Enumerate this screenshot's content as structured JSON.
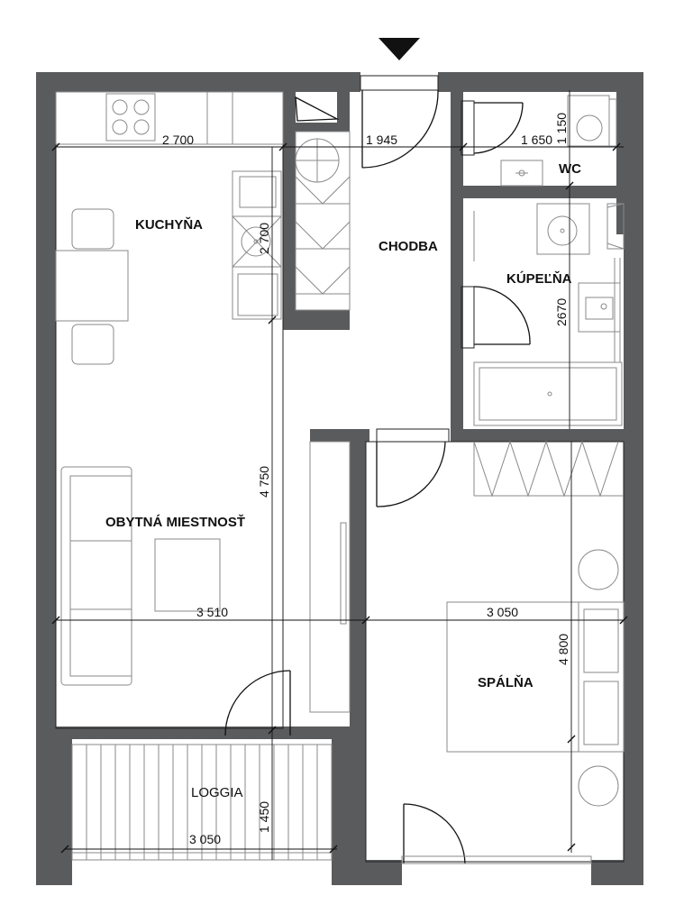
{
  "rooms": {
    "kitchen": "KUCHYŇA",
    "hallway": "CHODBA",
    "wc": "WC",
    "bathroom": "KÚPEĽŇA",
    "living": "OBYTNÁ MIESTNOSŤ",
    "bedroom": "SPÁLŇA",
    "loggia": "LOGGIA"
  },
  "dimensions": {
    "kitchen_width": "2 700",
    "hallway_width": "1 945",
    "wc_width": "1 650",
    "wc_height": "1 150",
    "kitchen_depth": "2 700",
    "bathroom_depth": "2670",
    "living_depth": "4 750",
    "living_width": "3 510",
    "bedroom_width": "3 050",
    "bedroom_depth": "4 800",
    "loggia_depth": "1 450",
    "loggia_width": "3 050"
  },
  "colors": {
    "wall": "#5a5b5d",
    "line": "#222222",
    "fixture": "#8a8a8a"
  },
  "icons": {
    "entrance": "entrance-arrow-icon"
  }
}
